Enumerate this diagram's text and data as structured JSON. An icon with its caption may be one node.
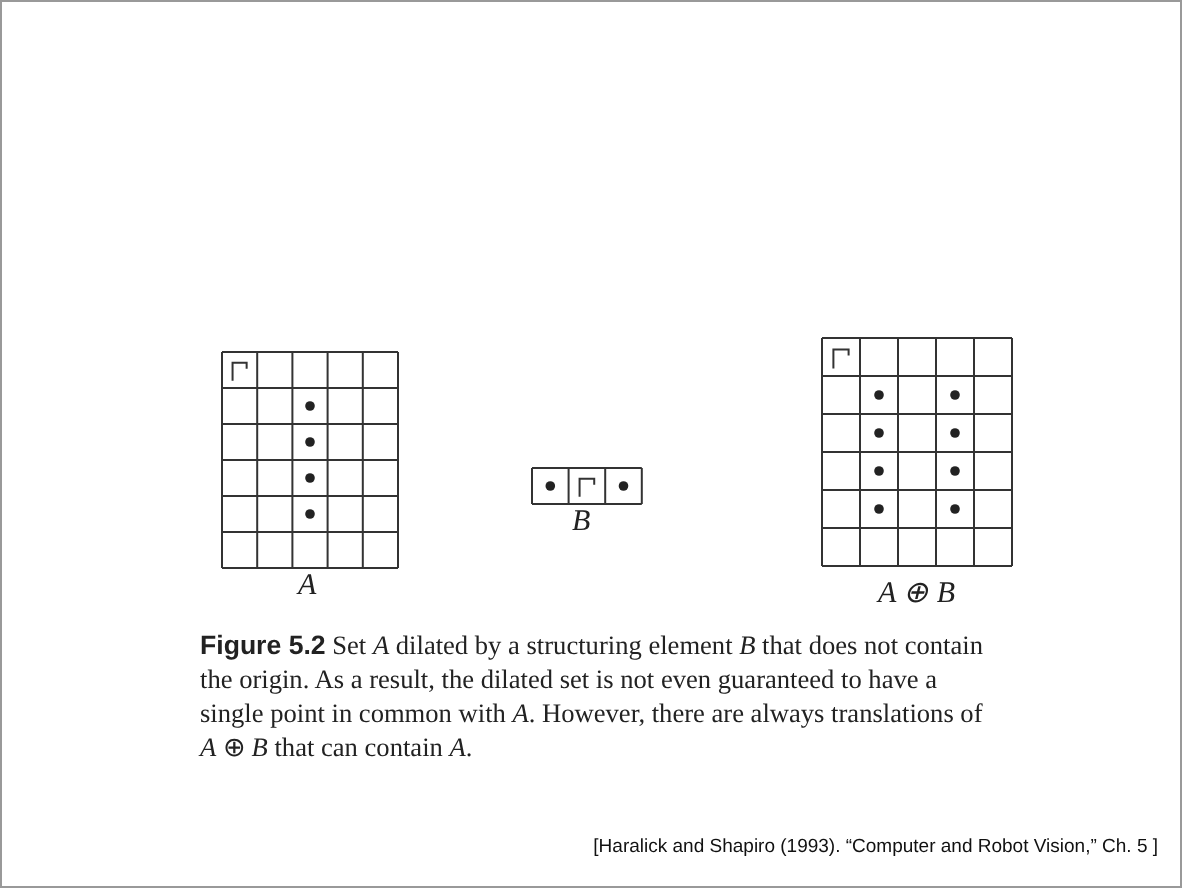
{
  "diagram": {
    "caption": "**Figure 5.2** Set *A* dilated by a structuring element *B* that does not contain the origin. As a result, the dilated set is not even guaranteed to have a single point in common with *A*. However, there are always translations of *A* ⊕ *B* that can contain *A*.",
    "labels": [
      "A",
      "B",
      "A ⊕ B",
      "[Haralick and Shapiro (1993). “Computer and Robot Vision,” Ch. 5 ]"
    ]
  }
}
